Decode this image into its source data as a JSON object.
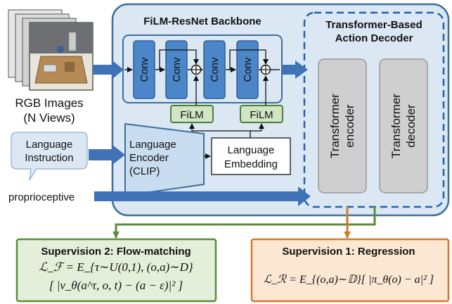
{
  "inputs": {
    "rgb_line1": "RGB Images",
    "rgb_line2": "(N Views)",
    "language_line1": "Language",
    "language_line2": "Instruction",
    "proprio": "proprioceptive"
  },
  "backbone": {
    "title": "FiLM-ResNet Backbone",
    "conv_label": "Conv",
    "film_label": "FiLM",
    "plus_symbol": "⊕",
    "encoder_line1": "Language",
    "encoder_line2": "Encoder",
    "encoder_line3": "(CLIP)",
    "embedding_line1": "Language",
    "embedding_line2": "Embedding"
  },
  "decoder": {
    "title_line1": "Transformer-Based",
    "title_line2": "Action Decoder",
    "encoder_line1": "Transformer",
    "encoder_line2": "encoder",
    "decoder_line1": "Transformer",
    "decoder_line2": "decoder"
  },
  "supervision": {
    "flow_title": "Supervision 2: Flow-matching",
    "flow_eq_line1": "ℒ_ℱ = E_{τ∼U(0,1), (o,a)∼D}",
    "flow_eq_line2": "[ |v_θ(a^τ, o, t) − (a − ε)|² ]",
    "regression_title": "Supervision 1: Regression",
    "regression_eq": "ℒ_ℛ = E_{(o,a)∼𝔻}[ |π_θ(o) − a|² ]"
  },
  "colors": {
    "backbone_fill": "#dbe8f4",
    "backbone_stroke": "#3d6e99",
    "conv_fill": "#4a86c8",
    "film_fill": "#cfe5c4",
    "film_stroke": "#4f7f3a",
    "arrow_blue": "#3f73b6",
    "flow_fill": "#e3efd9",
    "flow_stroke": "#5c8a3c",
    "regression_fill": "#fbe7d2",
    "regression_stroke": "#d27a2a",
    "gray_block": "#cfcfcf"
  }
}
